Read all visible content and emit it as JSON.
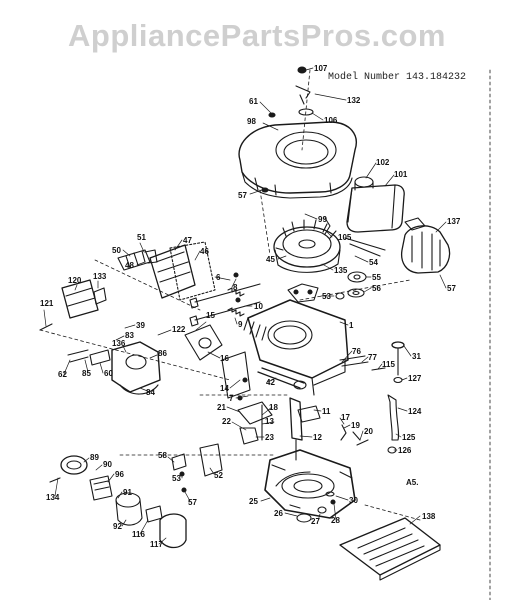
{
  "watermark": "AppliancePartsPros.com",
  "model": {
    "label": "Model Number",
    "value": "143.184232"
  },
  "section_label": "A5.",
  "part_labels": [
    "107",
    "132",
    "106",
    "61",
    "98",
    "57",
    "102",
    "101",
    "137",
    "99",
    "105",
    "54",
    "45",
    "135",
    "55",
    "56",
    "57",
    "53",
    "47",
    "46",
    "51",
    "50",
    "48",
    "6",
    "8",
    "10",
    "9",
    "120",
    "133",
    "121",
    "39",
    "122",
    "15",
    "83",
    "136",
    "86",
    "60",
    "85",
    "62",
    "84",
    "16",
    "14",
    "7",
    "76",
    "77",
    "115",
    "31",
    "127",
    "42",
    "18",
    "21",
    "22",
    "23",
    "20",
    "13",
    "11",
    "124",
    "125",
    "126",
    "12",
    "19",
    "17",
    "58",
    "52",
    "53",
    "57",
    "89",
    "90",
    "96",
    "91",
    "134",
    "92",
    "116",
    "117",
    "25",
    "26",
    "27",
    "28",
    "30",
    "138",
    "1"
  ],
  "colors": {
    "line": "#1a1a1a",
    "watermark": "#cfcfcf"
  }
}
